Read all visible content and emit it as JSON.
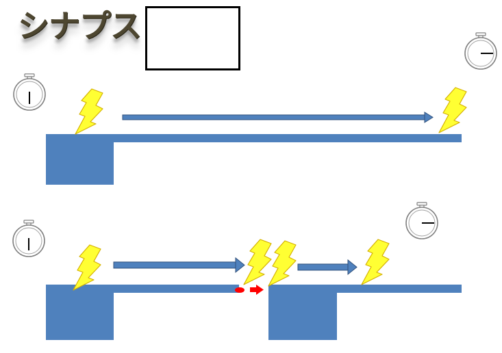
{
  "title": {
    "text": "シナプス"
  },
  "blank_box": {
    "content": ""
  },
  "colors": {
    "axon": "#4f81bd",
    "arrow": "#4f81bd",
    "arrow_edge": "#2f4f7a",
    "lightning_fill": "#ffff33",
    "lightning_edge": "#d4b000",
    "transmitter": "#ff0000",
    "stopwatch_edge": "#808080"
  },
  "diagram_top": {
    "caption": "",
    "neurons": 1,
    "stopwatches": [
      "start",
      "end"
    ],
    "lightning_bolts": 2,
    "arrows": 1
  },
  "diagram_bottom": {
    "caption": "",
    "neurons": 2,
    "stopwatches": [
      "start",
      "end"
    ],
    "lightning_bolts": 4,
    "arrows": 2,
    "neurotransmitter_release": true
  }
}
